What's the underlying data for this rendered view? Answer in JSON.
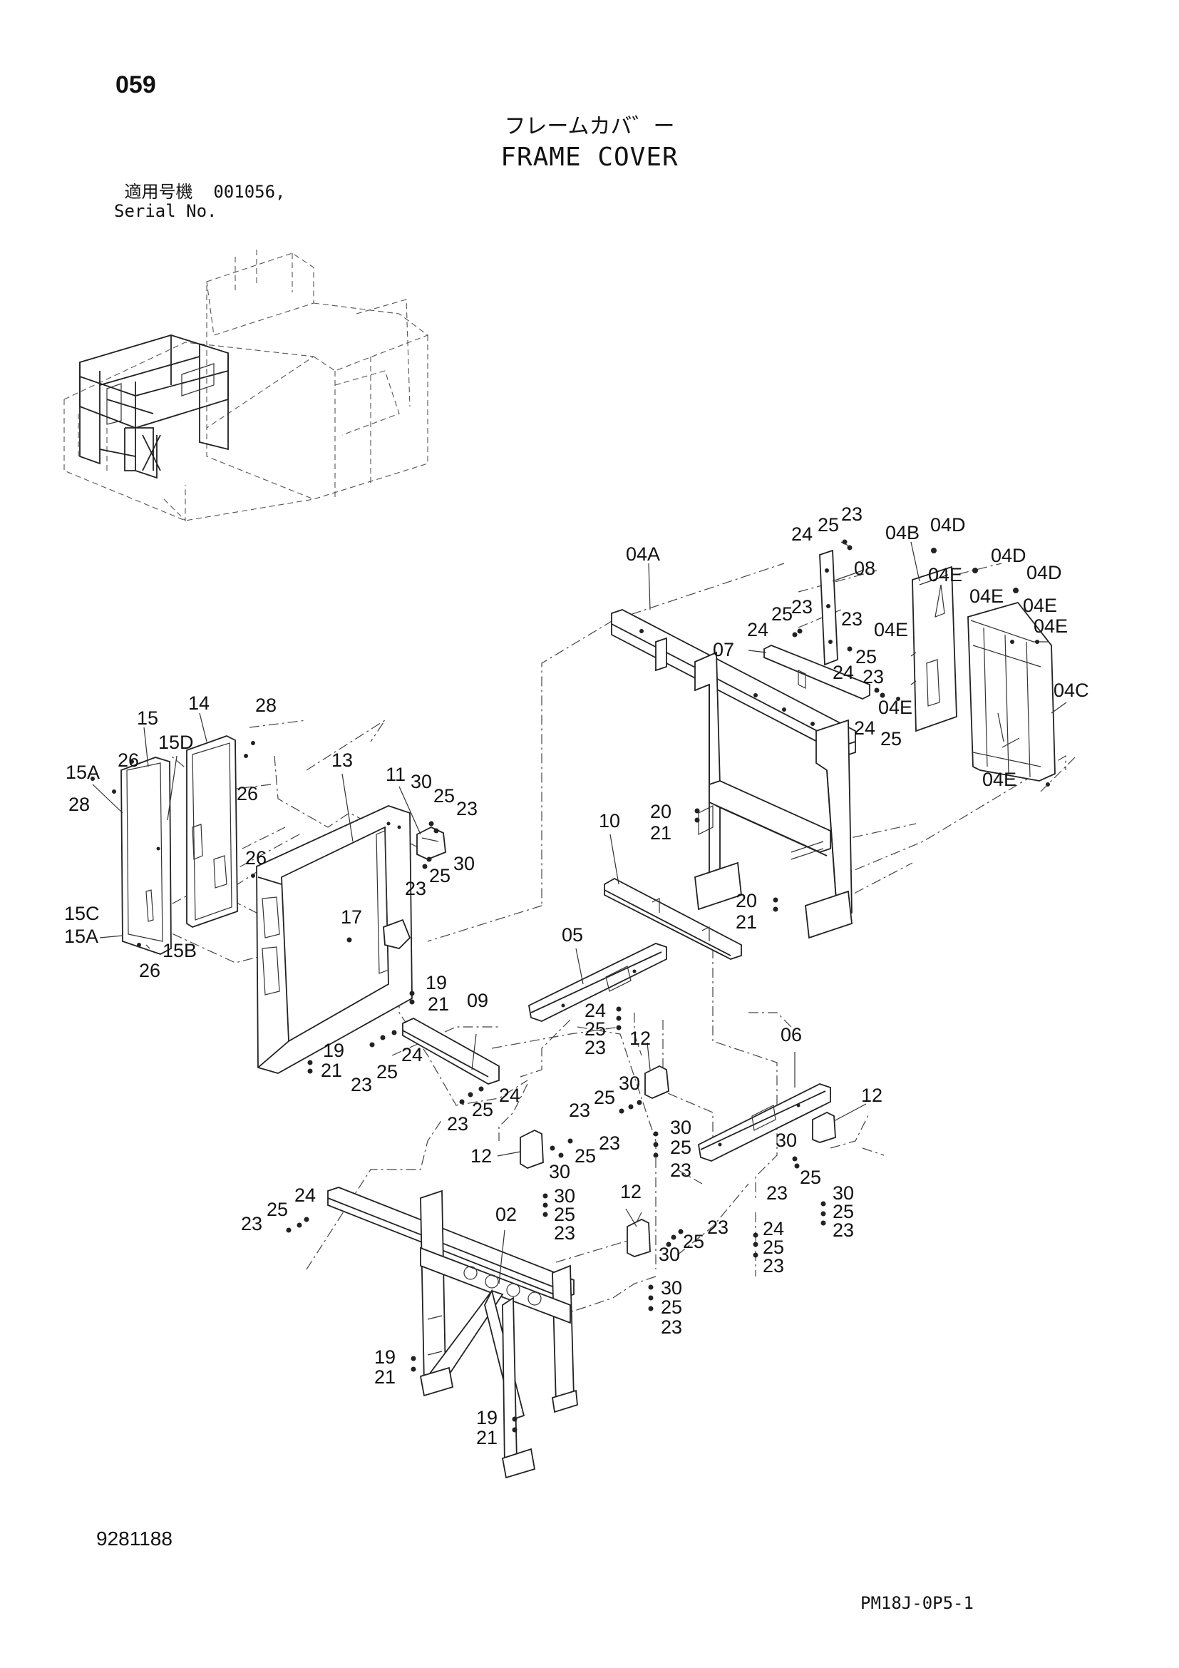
{
  "page_number": "059",
  "title_jp": "フレームカバ゛ー",
  "title_en": "FRAME COVER",
  "serial": {
    "label_jp": "適用号機",
    "value": "001056,",
    "label_en": "Serial No."
  },
  "doc_id": "9281188",
  "sheet_id": "PM18J-0P5-1",
  "callouts": [
    {
      "id": "c1",
      "label": "04A"
    },
    {
      "id": "c2",
      "label": "24"
    },
    {
      "id": "c3",
      "label": "25"
    },
    {
      "id": "c4",
      "label": "23"
    },
    {
      "id": "c5",
      "label": "08"
    },
    {
      "id": "c6",
      "label": "04B"
    },
    {
      "id": "c7",
      "label": "04D"
    },
    {
      "id": "c8",
      "label": "04E"
    },
    {
      "id": "c9",
      "label": "04D"
    },
    {
      "id": "c10",
      "label": "04D"
    },
    {
      "id": "c11",
      "label": "04E"
    },
    {
      "id": "c12",
      "label": "04E"
    },
    {
      "id": "c13",
      "label": "04E"
    },
    {
      "id": "c14",
      "label": "04E"
    },
    {
      "id": "c15",
      "label": "04C"
    },
    {
      "id": "c16",
      "label": "04E"
    },
    {
      "id": "c17",
      "label": "04E"
    },
    {
      "id": "c18",
      "label": "23"
    },
    {
      "id": "c19",
      "label": "25"
    },
    {
      "id": "c20",
      "label": "24"
    },
    {
      "id": "c21",
      "label": "23"
    },
    {
      "id": "c22",
      "label": "07"
    },
    {
      "id": "c23",
      "label": "25"
    },
    {
      "id": "c24",
      "label": "24"
    },
    {
      "id": "c25",
      "label": "23"
    },
    {
      "id": "c26",
      "label": "24"
    },
    {
      "id": "c27",
      "label": "25"
    },
    {
      "id": "c28",
      "label": "15"
    },
    {
      "id": "c29",
      "label": "14"
    },
    {
      "id": "c30",
      "label": "28"
    },
    {
      "id": "c31",
      "label": "15D"
    },
    {
      "id": "c32",
      "label": "15A"
    },
    {
      "id": "c33",
      "label": "26"
    },
    {
      "id": "c34",
      "label": "26"
    },
    {
      "id": "c35",
      "label": "28"
    },
    {
      "id": "c36",
      "label": "26"
    },
    {
      "id": "c37",
      "label": "15C"
    },
    {
      "id": "c38",
      "label": "15A"
    },
    {
      "id": "c39",
      "label": "15B"
    },
    {
      "id": "c40",
      "label": "26"
    },
    {
      "id": "c41",
      "label": "13"
    },
    {
      "id": "c42",
      "label": "11"
    },
    {
      "id": "c43",
      "label": "30"
    },
    {
      "id": "c44",
      "label": "25"
    },
    {
      "id": "c45",
      "label": "23"
    },
    {
      "id": "c46",
      "label": "30"
    },
    {
      "id": "c47",
      "label": "25"
    },
    {
      "id": "c48",
      "label": "23"
    },
    {
      "id": "c49",
      "label": "17"
    },
    {
      "id": "c50",
      "label": "19"
    },
    {
      "id": "c51",
      "label": "21"
    },
    {
      "id": "c52",
      "label": "09"
    },
    {
      "id": "c53",
      "label": "19"
    },
    {
      "id": "c54",
      "label": "21"
    },
    {
      "id": "c55",
      "label": "23"
    },
    {
      "id": "c56",
      "label": "25"
    },
    {
      "id": "c57",
      "label": "24"
    },
    {
      "id": "c58",
      "label": "24"
    },
    {
      "id": "c59",
      "label": "25"
    },
    {
      "id": "c60",
      "label": "23"
    },
    {
      "id": "c61",
      "label": "10"
    },
    {
      "id": "c62",
      "label": "20"
    },
    {
      "id": "c63",
      "label": "21"
    },
    {
      "id": "c64",
      "label": "20"
    },
    {
      "id": "c65",
      "label": "21"
    },
    {
      "id": "c66",
      "label": "05"
    },
    {
      "id": "c67",
      "label": "24"
    },
    {
      "id": "c68",
      "label": "25"
    },
    {
      "id": "c69",
      "label": "23"
    },
    {
      "id": "c70",
      "label": "12"
    },
    {
      "id": "c71",
      "label": "30"
    },
    {
      "id": "c72",
      "label": "25"
    },
    {
      "id": "c73",
      "label": "23"
    },
    {
      "id": "c74",
      "label": "30"
    },
    {
      "id": "c75",
      "label": "25"
    },
    {
      "id": "c76",
      "label": "23"
    },
    {
      "id": "c77",
      "label": "12"
    },
    {
      "id": "c78",
      "label": "30"
    },
    {
      "id": "c79",
      "label": "25"
    },
    {
      "id": "c80",
      "label": "23"
    },
    {
      "id": "c81",
      "label": "30"
    },
    {
      "id": "c82",
      "label": "25"
    },
    {
      "id": "c83",
      "label": "23"
    },
    {
      "id": "c84",
      "label": "06"
    },
    {
      "id": "c85",
      "label": "12"
    },
    {
      "id": "c86",
      "label": "30"
    },
    {
      "id": "c87",
      "label": "25"
    },
    {
      "id": "c88",
      "label": "23"
    },
    {
      "id": "c89",
      "label": "30"
    },
    {
      "id": "c90",
      "label": "25"
    },
    {
      "id": "c91",
      "label": "23"
    },
    {
      "id": "c92",
      "label": "12"
    },
    {
      "id": "c93",
      "label": "23"
    },
    {
      "id": "c94",
      "label": "25"
    },
    {
      "id": "c95",
      "label": "30"
    },
    {
      "id": "c96",
      "label": "24"
    },
    {
      "id": "c97",
      "label": "25"
    },
    {
      "id": "c98",
      "label": "23"
    },
    {
      "id": "c99",
      "label": "30"
    },
    {
      "id": "c100",
      "label": "25"
    },
    {
      "id": "c101",
      "label": "23"
    },
    {
      "id": "c102",
      "label": "24"
    },
    {
      "id": "c103",
      "label": "25"
    },
    {
      "id": "c104",
      "label": "23"
    },
    {
      "id": "c105",
      "label": "02"
    },
    {
      "id": "c106",
      "label": "19"
    },
    {
      "id": "c107",
      "label": "21"
    },
    {
      "id": "c108",
      "label": "19"
    },
    {
      "id": "c109",
      "label": "21"
    }
  ]
}
